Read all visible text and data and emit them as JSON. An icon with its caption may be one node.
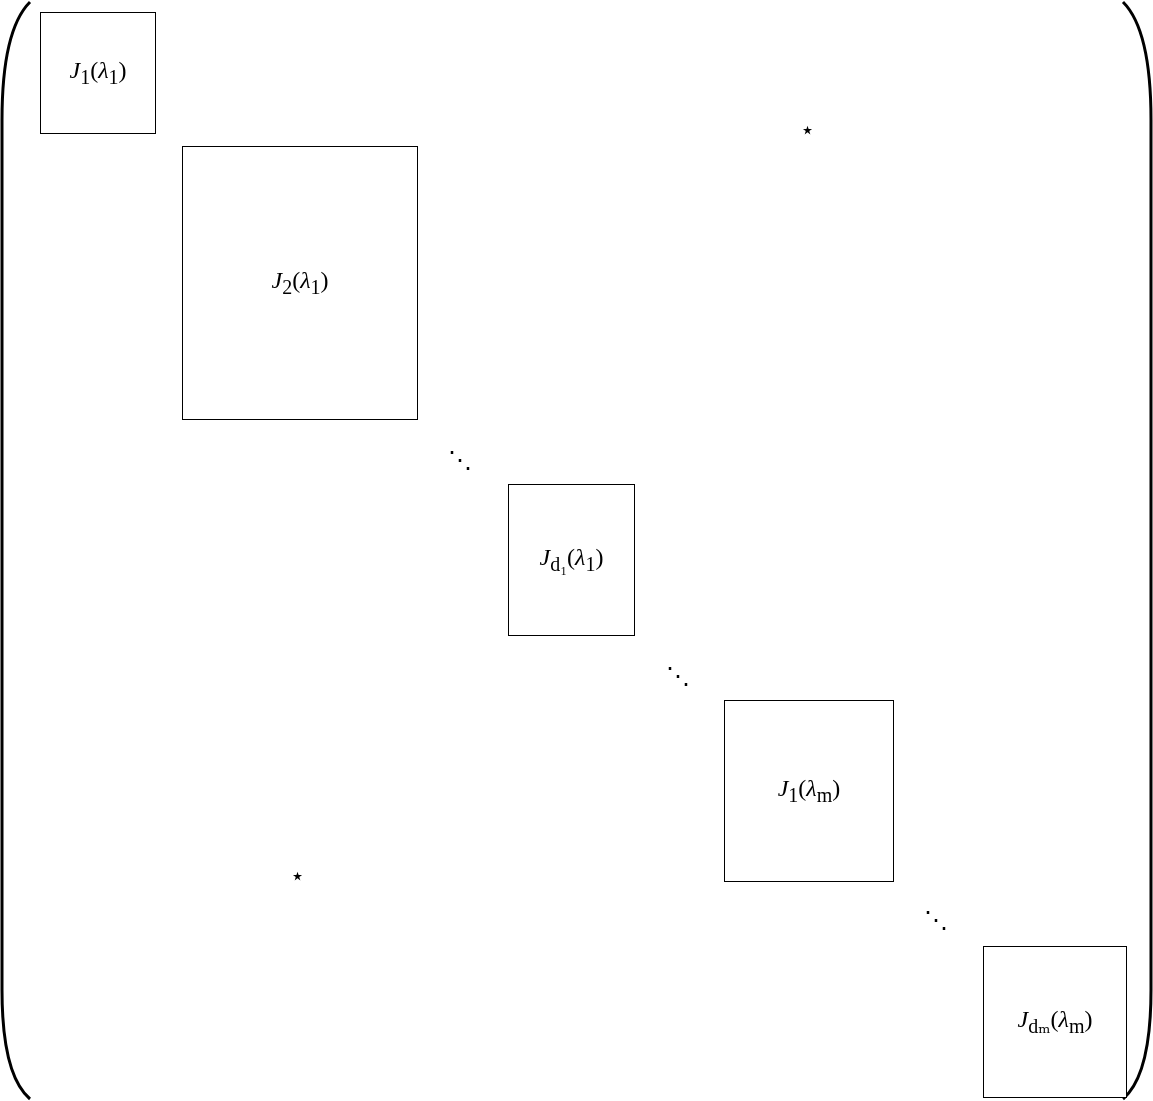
{
  "diagram": {
    "nodes": [
      {
        "text": [
          "*J*$_{1}$(*λ*$_{1}$)"
        ]
      },
      {
        "text": [
          "*J*$_{2}$(*λ*$_{1}$)"
        ]
      },
      {
        "text": [
          "*J*$_{d₁}$(*λ*$_{1}$)"
        ]
      },
      {
        "text": [
          "*J*$_{1}$(*λ*$_{m}$)"
        ]
      },
      {
        "text": [
          "*J*$_{dₘ}$(*λ*$_{m}$)"
        ]
      }
    ],
    "edges": [],
    "labels": [
      "⋆",
      "⋱",
      "⋱",
      "⋆",
      "⋱"
    ]
  }
}
